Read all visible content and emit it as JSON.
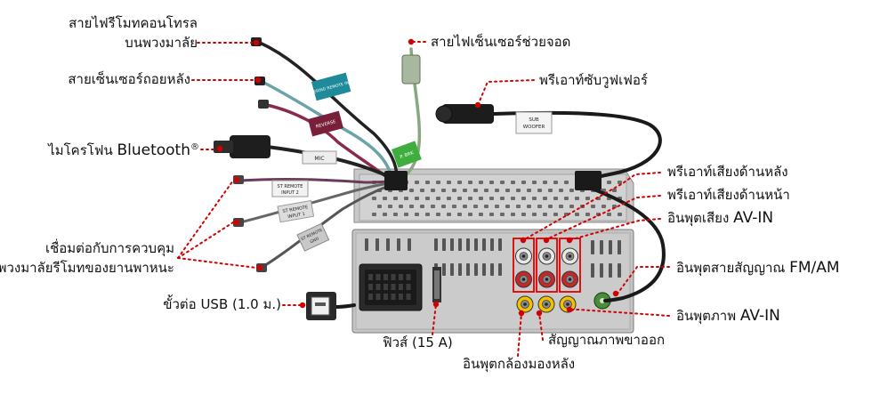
{
  "labels": {
    "steering_remote": [
      "สายไฟรีโมทคอนโทรล",
      "บนพวงมาลัย"
    ],
    "reverse_sensor": "สายเซ็นเซอร์ถอยหลัง",
    "mic_prefix": "ไมโครโฟน ",
    "mic_brand": "Bluetooth",
    "mic_reg": "®",
    "steering_connect": [
      "เชื่อมต่อกับการควบคุม",
      "พวงมาลัยรีโมทของยานพาหนะ"
    ],
    "usb": "ขั้วต่อ USB (1.0 ม.)",
    "parking_sensor": "สายไฟเซ็นเซอร์ช่วยจอด",
    "sub_preout": "พรีเอาท์ซับวูฟเฟอร์",
    "rear_preout": "พรีเอาท์เสียงด้านหลัง",
    "front_preout": "พรีเอาท์เสียงด้านหน้า",
    "av_in_audio_prefix": "อินพุตเสียง ",
    "av_in_audio_en": "AV-IN",
    "fm_am_prefix": "อินพุตสายสัญญาณ ",
    "fm_am_en": "FM/AM",
    "av_in_video_prefix": "อินพุตภาพ ",
    "av_in_video_en": "AV-IN",
    "video_out": "สัญญาณภาพขาออก",
    "rear_camera": "อินพุตกล้องมองหลัง",
    "fuse": "ฟิวส์ (15 A)"
  },
  "tags": {
    "steering_remote_in": "STEERING REMOTE INPUT",
    "reverse": "REVERSE",
    "mic": "MIC",
    "parking": "P. BRK",
    "sub_woofer": [
      "SUB",
      "WOOFER"
    ],
    "st_remote_2": [
      "ST REMOTE",
      "INPUT 2"
    ],
    "st_remote_1": [
      "ST REMOTE",
      "INPUT 1"
    ],
    "st_remote_gnd": [
      "ST REMOTE",
      "GND"
    ]
  },
  "colors": {
    "leader_dot": "#d40000",
    "highlight_box": "#e00000",
    "cable_dark": "#1a1a1a",
    "unit_body": "#cfcfcf",
    "unit_back": "#bdbdbd",
    "rca_red": "#c62828",
    "rca_white": "#e8e8e8",
    "rca_yellow": "#f2c200",
    "tag_teal": "#1f8a9a",
    "tag_maroon": "#7a1f3a",
    "tag_green": "#3fae3f"
  },
  "icons": [
    "rca-jack-icon",
    "usb-connector-icon",
    "iso-connector-icon",
    "antenna-jack-icon"
  ]
}
